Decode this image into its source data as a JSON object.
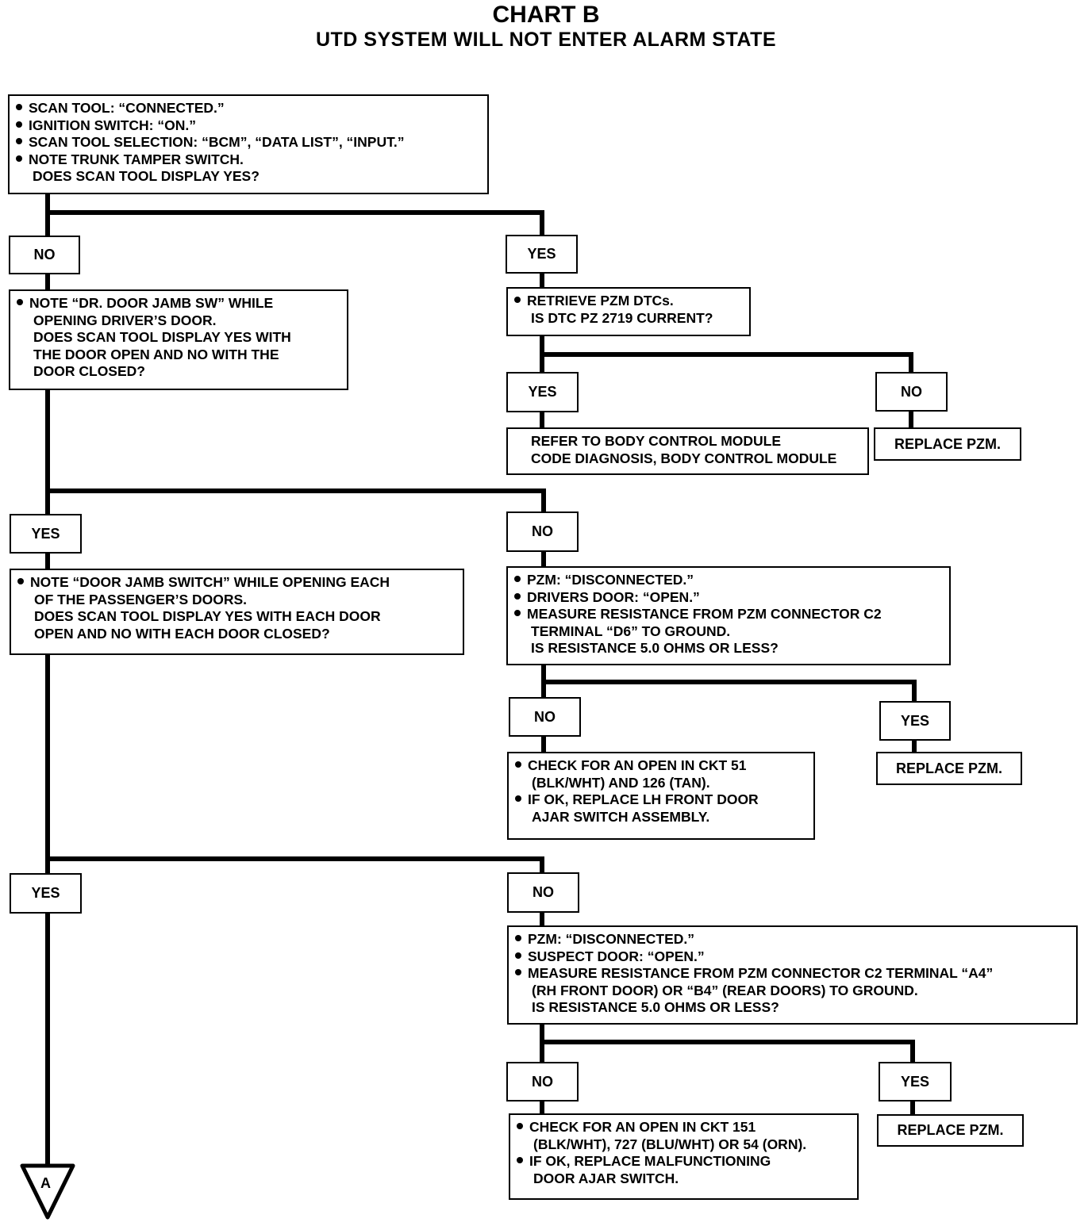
{
  "header": {
    "title": "CHART B",
    "subtitle": "UTD SYSTEM WILL NOT ENTER ALARM STATE"
  },
  "steps": {
    "s1": {
      "lines": [
        {
          "bullet": true,
          "text": "SCAN TOOL: “CONNECTED.”"
        },
        {
          "bullet": true,
          "text": "IGNITION SWITCH: “ON.”"
        },
        {
          "bullet": true,
          "text": "SCAN TOOL SELECTION: “BCM”, “DATA LIST”, “INPUT.”"
        },
        {
          "bullet": true,
          "text": "NOTE TRUNK TAMPER SWITCH."
        },
        {
          "bullet": false,
          "text": "DOES SCAN TOOL DISPLAY YES?"
        }
      ]
    },
    "s2": {
      "lines": [
        {
          "bullet": true,
          "text": "NOTE “DR. DOOR JAMB SW” WHILE"
        },
        {
          "bullet": false,
          "text": "OPENING DRIVER’S DOOR."
        },
        {
          "bullet": false,
          "text": "DOES SCAN TOOL DISPLAY YES WITH"
        },
        {
          "bullet": false,
          "text": "THE DOOR OPEN AND NO WITH THE"
        },
        {
          "bullet": false,
          "text": "DOOR CLOSED?"
        }
      ]
    },
    "s3": {
      "lines": [
        {
          "bullet": true,
          "text": "RETRIEVE PZM DTCs."
        },
        {
          "bullet": false,
          "text": "IS DTC PZ 2719 CURRENT?"
        }
      ]
    },
    "s4": {
      "lines": [
        {
          "bullet": false,
          "text": "REFER TO BODY CONTROL MODULE"
        },
        {
          "bullet": false,
          "text": "CODE DIAGNOSIS, BODY CONTROL MODULE"
        }
      ]
    },
    "s5": {
      "lines": [
        {
          "bullet": true,
          "text": "NOTE “DOOR JAMB SWITCH” WHILE OPENING EACH"
        },
        {
          "bullet": false,
          "text": "OF THE PASSENGER’S DOORS."
        },
        {
          "bullet": false,
          "text": "DOES SCAN TOOL DISPLAY YES WITH EACH DOOR"
        },
        {
          "bullet": false,
          "text": "OPEN AND NO WITH EACH DOOR CLOSED?"
        }
      ]
    },
    "s6": {
      "lines": [
        {
          "bullet": true,
          "text": "PZM: “DISCONNECTED.”"
        },
        {
          "bullet": true,
          "text": "DRIVERS DOOR: “OPEN.”"
        },
        {
          "bullet": true,
          "text": "MEASURE RESISTANCE FROM PZM CONNECTOR C2"
        },
        {
          "bullet": false,
          "text": "TERMINAL “D6” TO GROUND."
        },
        {
          "bullet": false,
          "text": "IS RESISTANCE 5.0 OHMS OR LESS?"
        }
      ]
    },
    "s7": {
      "lines": [
        {
          "bullet": true,
          "text": "CHECK FOR AN OPEN IN CKT 51"
        },
        {
          "bullet": false,
          "text": "(BLK/WHT) AND 126 (TAN)."
        },
        {
          "bullet": true,
          "text": "IF OK, REPLACE LH FRONT DOOR"
        },
        {
          "bullet": false,
          "text": "AJAR SWITCH ASSEMBLY."
        }
      ]
    },
    "s8": {
      "lines": [
        {
          "bullet": true,
          "text": "PZM: “DISCONNECTED.”"
        },
        {
          "bullet": true,
          "text": "SUSPECT DOOR: “OPEN.”"
        },
        {
          "bullet": true,
          "text": "MEASURE RESISTANCE FROM PZM CONNECTOR C2 TERMINAL “A4”"
        },
        {
          "bullet": false,
          "text": "(RH FRONT DOOR) OR “B4” (REAR DOORS) TO GROUND."
        },
        {
          "bullet": false,
          "text": "IS RESISTANCE 5.0 OHMS OR LESS?"
        }
      ]
    },
    "s9": {
      "lines": [
        {
          "bullet": true,
          "text": "CHECK FOR AN OPEN IN CKT 151"
        },
        {
          "bullet": false,
          "text": "(BLK/WHT), 727 (BLU/WHT) OR 54 (ORN)."
        },
        {
          "bullet": true,
          "text": "IF OK, REPLACE MALFUNCTIONING"
        },
        {
          "bullet": false,
          "text": "DOOR AJAR SWITCH."
        }
      ]
    }
  },
  "labels": {
    "no1": "NO",
    "yes1": "YES",
    "yes2": "YES",
    "no2": "NO",
    "yes3": "YES",
    "no3": "NO",
    "no4": "NO",
    "yes4": "YES",
    "yes5": "YES",
    "no5": "NO",
    "no6": "NO",
    "yes6": "YES"
  },
  "actions": {
    "replace1": "REPLACE PZM.",
    "replace2": "REPLACE PZM.",
    "replace3": "REPLACE PZM."
  },
  "connector": "A"
}
